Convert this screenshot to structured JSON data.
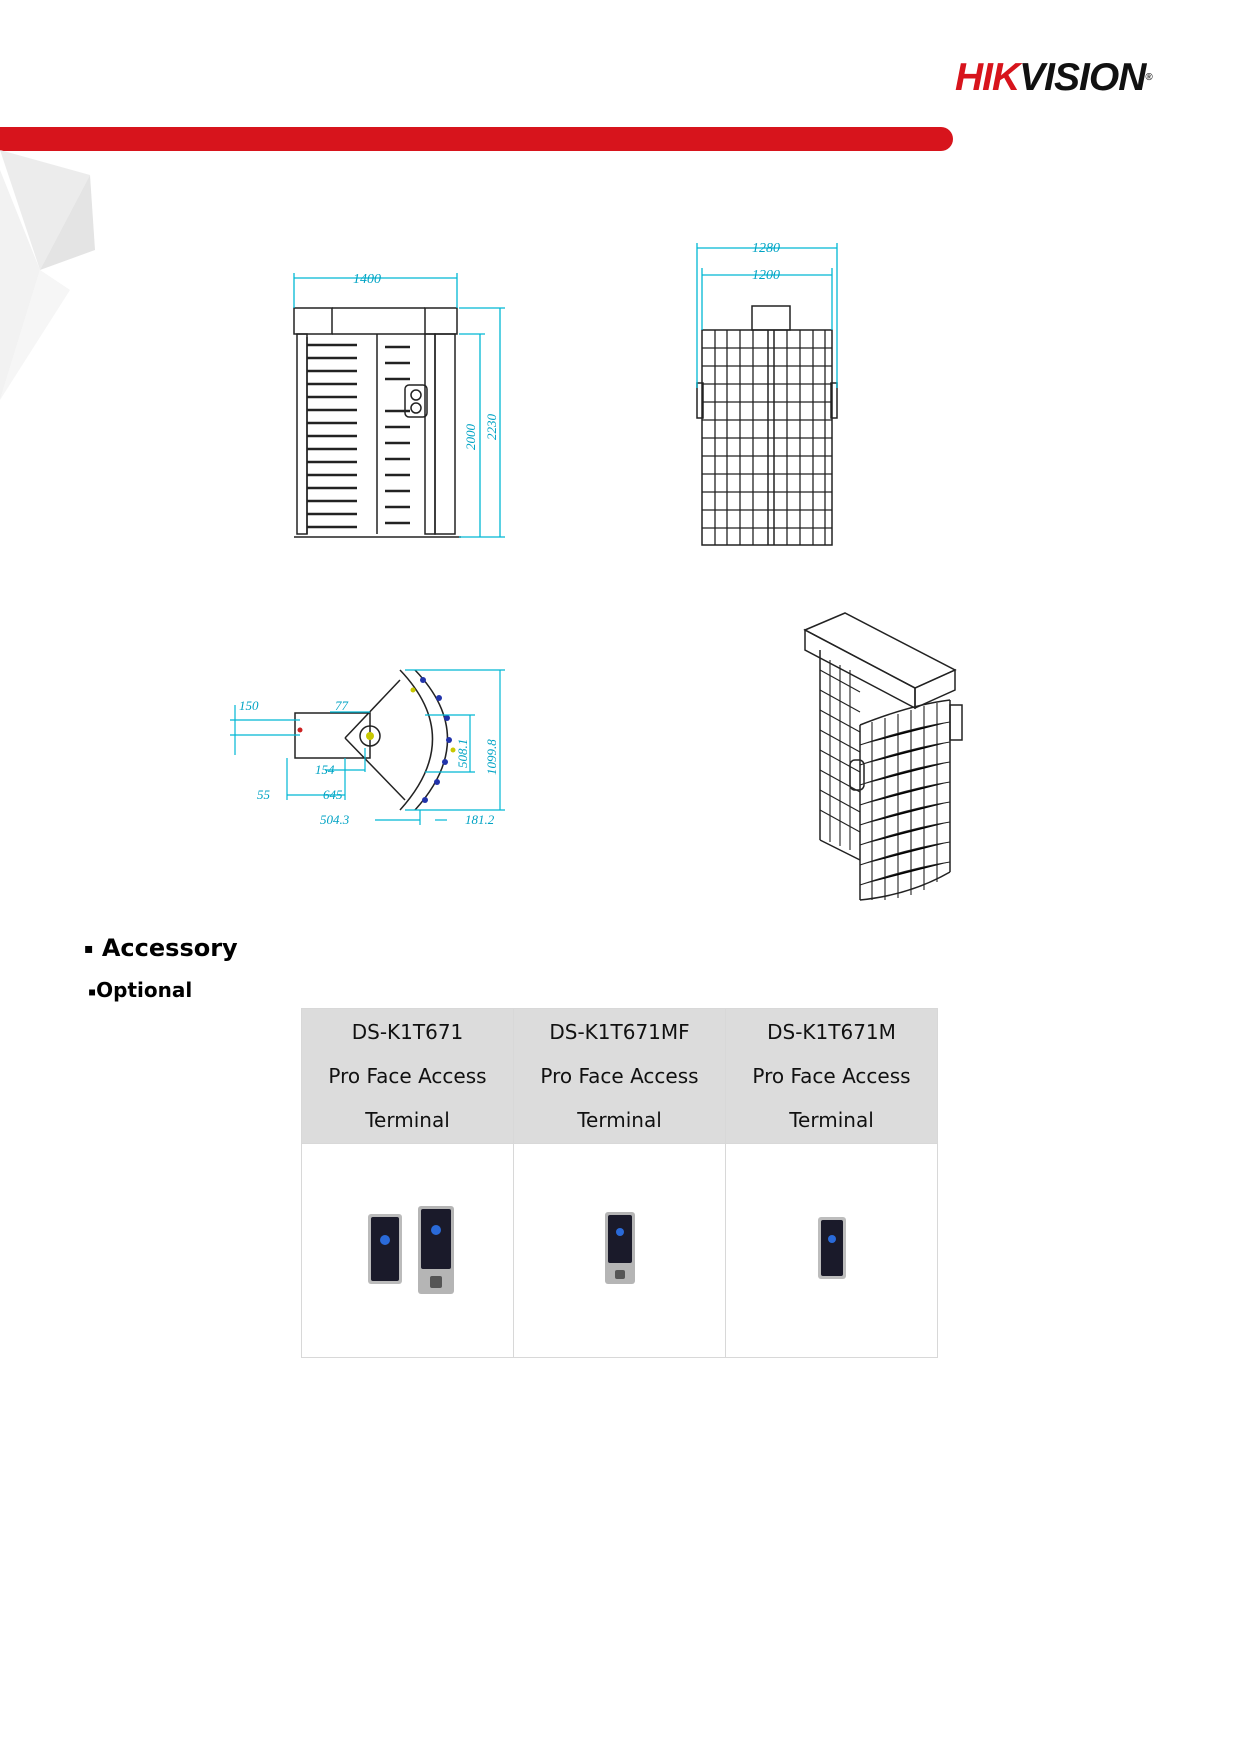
{
  "brand": {
    "logo_text_red": "HIK",
    "logo_text_black": "VISION",
    "registered": "®"
  },
  "colors": {
    "brand_red": "#d7141c",
    "dimension_cyan": "#00b8d4",
    "header_gray": "#dcdcdc"
  },
  "drawings": {
    "front": {
      "width": "1400",
      "height_inner": "2000",
      "height_outer": "2230"
    },
    "side": {
      "outer_width": "1280",
      "inner_width": "1200"
    },
    "top": {
      "d_150": "150",
      "d_77": "77",
      "d_154": "154",
      "d_55": "55",
      "d_645": "645",
      "d_504": "504.3",
      "d_181": "181.2",
      "d_508": "508.1",
      "d_1099": "1099.8"
    }
  },
  "accessory": {
    "heading": "Accessory",
    "subheading": "Optional",
    "items": [
      {
        "model": "DS-K1T671",
        "line1": "Pro Face Access",
        "line2": "Terminal"
      },
      {
        "model": "DS-K1T671MF",
        "line1": "Pro Face Access",
        "line2": "Terminal"
      },
      {
        "model": "DS-K1T671M",
        "line1": "Pro Face Access",
        "line2": "Terminal"
      }
    ]
  }
}
